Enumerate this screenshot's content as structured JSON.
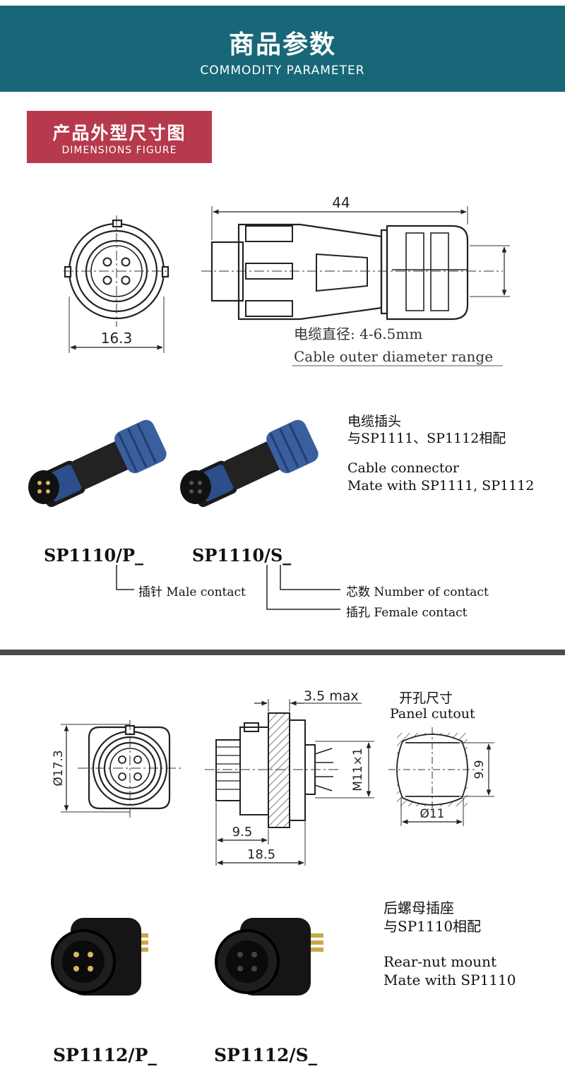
{
  "header": {
    "title_cn": "商品参数",
    "title_en": "COMMODITY PARAMETER"
  },
  "badge": {
    "title_cn": "产品外型尺寸图",
    "title_en": "DIMENSIONS FIGURE"
  },
  "plug_drawing": {
    "dim_length": "44",
    "dim_width": "16.3",
    "cable_cn": "电缆直径: 4-6.5mm",
    "cable_en": "Cable outer  diameter range"
  },
  "plug_info": {
    "title_cn": "电缆插头",
    "mate_cn": "与SP1111、SP1112相配",
    "title_en": "Cable  connector",
    "mate_en": "Mate with  SP1111, SP1112"
  },
  "plug_models": {
    "male": "SP1110/P_",
    "female": "SP1110/S_",
    "male_contact": "插针 Male contact",
    "number_contact": "芯数 Number of contact",
    "female_contact": "插孔 Female contact"
  },
  "socket_drawing": {
    "dim_diameter": "Ø17.3",
    "dim_max": "3.5 max",
    "dim_thread": "M11×1",
    "dim_9_5": "9.5",
    "dim_18_5": "18.5",
    "cutout_cn": "开孔尺寸",
    "cutout_en": "Panel cutout",
    "cutout_height": "9.9",
    "cutout_diameter": "Ø11"
  },
  "socket_info": {
    "title_cn": "后螺母插座",
    "mate_cn": "与SP1110相配",
    "title_en": "Rear-nut  mount",
    "mate_en": "Mate with  SP1110"
  },
  "socket_models": {
    "male": "SP1112/P_",
    "female": "SP1112/S_"
  },
  "colors": {
    "header": "#176778",
    "badge": "#b63a4c",
    "connector_blue": "#3a5f9e",
    "divider": "#4a4a4a"
  }
}
